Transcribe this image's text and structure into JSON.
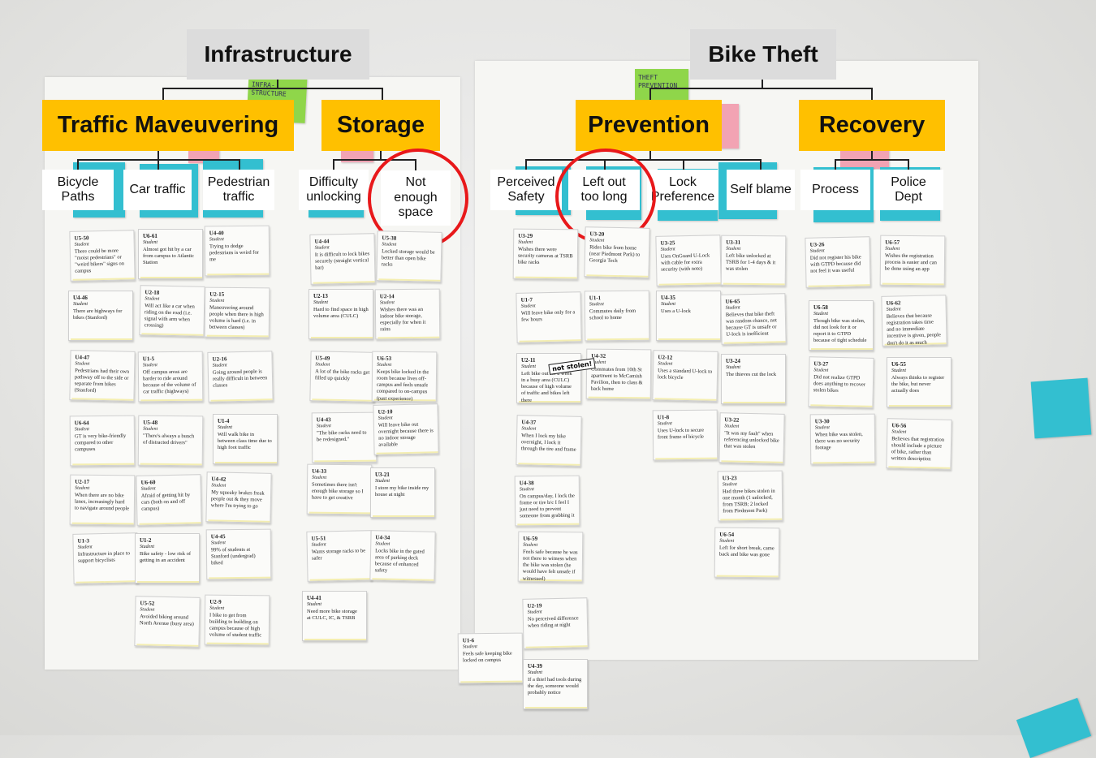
{
  "colors": {
    "category_box": "#dcdcdc",
    "subcategory_box": "#ffc000",
    "leaf_box": "#ffffff",
    "sticky_teal": "#33bfd0",
    "highlight_circle": "#e8181a"
  },
  "categories": [
    {
      "label": "Infrastructure"
    },
    {
      "label": "Bike Theft"
    }
  ],
  "subcategories": [
    {
      "label": "Traffic Maveuvering"
    },
    {
      "label": "Storage"
    },
    {
      "label": "Prevention"
    },
    {
      "label": "Recovery"
    }
  ],
  "leaves": [
    {
      "label": "Bicycle Paths"
    },
    {
      "label": "Car traffic"
    },
    {
      "label": "Pedestrian traffic"
    },
    {
      "label": "Difficulty unlocking"
    },
    {
      "label": "Not enough space"
    },
    {
      "label": "Perceived Safety"
    },
    {
      "label": "Left out too long"
    },
    {
      "label": "Lock Preference"
    },
    {
      "label": "Self blame"
    },
    {
      "label": "Process"
    },
    {
      "label": "Police Dept"
    }
  ],
  "stickies": [
    {
      "text": "INFRA-STRUCTURE"
    },
    {
      "text": "THEFT PREVENTION"
    }
  ],
  "notes": [
    {
      "id": "U5-50",
      "role": "Student",
      "text": "There could be more \"moist pedestrians\" or \"weird bikers\" signs on campus"
    },
    {
      "id": "U4-46",
      "role": "Student",
      "text": "There are highways for bikes (Stanford)"
    },
    {
      "id": "U4-47",
      "role": "Student",
      "text": "Pedestrians had their own pathway off to the side or separate from bikes (Stanford)"
    },
    {
      "id": "U6-64",
      "role": "Student",
      "text": "GT is very bike-friendly compared to other campuses"
    },
    {
      "id": "U2-17",
      "role": "Student",
      "text": "When there are no bike lanes, increasingly hard to navigate around people"
    },
    {
      "id": "U1-3",
      "role": "Student",
      "text": "Infrastructure in place to support bicyclists"
    },
    {
      "id": "U6-61",
      "role": "Student",
      "text": "Almost got hit by a car from campus to Atlantic Station"
    },
    {
      "id": "U2-18",
      "role": "Student",
      "text": "Will act like a car when riding on the road (i.e. signal with arm when crossing)"
    },
    {
      "id": "U1-5",
      "role": "Student",
      "text": "Off campus areas are harder to ride around because of the volume of car traffic (highways)"
    },
    {
      "id": "U5-48",
      "role": "Student",
      "text": "\"There's always a bunch of distracted drivers\""
    },
    {
      "id": "U6-60",
      "role": "Student",
      "text": "Afraid of getting hit by cars (both on and off campus)"
    },
    {
      "id": "U1-2",
      "role": "Student",
      "text": "Bike safety - low risk of getting in an accident"
    },
    {
      "id": "U5-52",
      "role": "Student",
      "text": "Avoided biking around North Avenue (busy area)"
    },
    {
      "id": "U4-40",
      "role": "Student",
      "text": "Trying to dodge pedestrians is weird for me"
    },
    {
      "id": "U2-15",
      "role": "Student",
      "text": "Maneuvering around people when there is high volume is hard (i.e. in between classes)"
    },
    {
      "id": "U2-16",
      "role": "Student",
      "text": "Going around people is really difficult in between classes"
    },
    {
      "id": "U1-4",
      "role": "Student",
      "text": "Will walk bike in between class time due to high foot traffic"
    },
    {
      "id": "U4-42",
      "role": "Student",
      "text": "My squeaky brakes freak people out & they move where I'm trying to go"
    },
    {
      "id": "U4-45",
      "role": "Student",
      "text": "99% of students at Stanford (undergrad) biked"
    },
    {
      "id": "U2-9",
      "role": "Student",
      "text": "I bike to get from building to building on campus because of high volume of student traffic"
    },
    {
      "id": "U4-44",
      "role": "Student",
      "text": "It is difficult to lock bikes securely (straight vertical bar)"
    },
    {
      "id": "U2-13",
      "role": "Student",
      "text": "Hard to find space in high volume area (CULC)"
    },
    {
      "id": "U5-49",
      "role": "Student",
      "text": "A lot of the bike racks get filled up quickly"
    },
    {
      "id": "U4-43",
      "role": "Student",
      "text": "\"The bike racks need to be redesigned.\""
    },
    {
      "id": "U4-33",
      "role": "Student",
      "text": "Sometimes there isn't enough bike storage so I have to get creative"
    },
    {
      "id": "U5-51",
      "role": "Student",
      "text": "Wants storage racks to be safer"
    },
    {
      "id": "U4-41",
      "role": "Student",
      "text": "Need more bike storage at CULC, IC, & TSRB"
    },
    {
      "id": "U5-38",
      "role": "Student",
      "text": "Locked storage would be better than open bike racks"
    },
    {
      "id": "U2-14",
      "role": "Student",
      "text": "Wishes there was an indoor bike storage, especially for when it rains"
    },
    {
      "id": "U6-53",
      "role": "Student",
      "text": "Keeps bike locked in the room because lives off-campus and feels unsafe compared to on-campus (past experience)"
    },
    {
      "id": "U2-10",
      "role": "Student",
      "text": "Will leave bike out overnight because there is no indoor storage available"
    },
    {
      "id": "U3-21",
      "role": "Student",
      "text": "I store my bike inside my house at night"
    },
    {
      "id": "U4-34",
      "role": "Student",
      "text": "Locks bike in the gated area of parking deck because of enhanced safety"
    },
    {
      "id": "U1-6",
      "role": "Student",
      "text": "Feels safe keeping bike locked on campus"
    },
    {
      "id": "U3-29",
      "role": "Student",
      "text": "Wishes there were security cameras at TSRB bike racks"
    },
    {
      "id": "U1-7",
      "role": "Student",
      "text": "Will leave bike only for a few hours"
    },
    {
      "id": "U2-11",
      "role": "Student",
      "text": "Left bike out for a week in a busy area (CULC) because of high volume of traffic and bikes left there"
    },
    {
      "id": "U4-37",
      "role": "Student",
      "text": "When I lock my bike overnight, I lock it through the tire and frame"
    },
    {
      "id": "U4-38",
      "role": "Student",
      "text": "On campus/day, I lock the frame or tire b/c I feel I just need to prevent someone from grabbing it"
    },
    {
      "id": "U6-59",
      "role": "Student",
      "text": "Feels safe because he was not there to witness when the bike was stolen (he would have felt unsafe if witnessed)"
    },
    {
      "id": "U2-19",
      "role": "Student",
      "text": "No perceived difference when riding at night"
    },
    {
      "id": "U4-39",
      "role": "Student",
      "text": "If a thief had tools during the day, someone would probably notice"
    },
    {
      "id": "U3-20",
      "role": "Student",
      "text": "Rides bike from home (near Piedmont Park) to Georgia Tech"
    },
    {
      "id": "U1-1",
      "role": "Student",
      "text": "Commutes daily from school to home"
    },
    {
      "id": "U4-32",
      "role": "Student",
      "text": "Commutes from 10th St apartment to McCamish Pavilion, then to class & back home"
    },
    {
      "id": "U3-25",
      "role": "Student",
      "text": "Uses OnGuard U-Lock with cable for extra security (with note)"
    },
    {
      "id": "U4-35",
      "role": "Student",
      "text": "Uses a U-lock"
    },
    {
      "id": "U2-12",
      "role": "Student",
      "text": "Uses a standard U-lock to lock bicycle"
    },
    {
      "id": "U1-8",
      "role": "Student",
      "text": "Uses U-lock to secure front frame of bicycle"
    },
    {
      "id": "U3-31",
      "role": "Student",
      "text": "Left bike unlocked at TSRB for 1-4 days & it was stolen"
    },
    {
      "id": "U6-65",
      "role": "Student",
      "text": "Believes that bike theft was random chance, not because GT is unsafe or U-lock is inefficient"
    },
    {
      "id": "U3-24",
      "role": "Student",
      "text": "The thieves cut the lock"
    },
    {
      "id": "U3-22",
      "role": "Student",
      "text": "\"It was my fault\" when referencing unlocked bike that was stolen"
    },
    {
      "id": "U3-23",
      "role": "Student",
      "text": "Had three bikes stolen in one month (1 unlocked, from TSRB; 2 locked from Piedmont Park)"
    },
    {
      "id": "U6-54",
      "role": "Student",
      "text": "Left for short break, came back and bike was gone"
    },
    {
      "id": "U3-26",
      "role": "Student",
      "text": "Did not register his bike with GTPD because did not feel it was useful"
    },
    {
      "id": "U6-58",
      "role": "Student",
      "text": "Though bike was stolen, did not look for it or report it to GTPD because of tight schedule"
    },
    {
      "id": "U3-27",
      "role": "Student",
      "text": "Did not realize GTPD does anything to recover stolen bikes"
    },
    {
      "id": "U3-30",
      "role": "Student",
      "text": "When bike was stolen, there was no security footage"
    },
    {
      "id": "U6-57",
      "role": "Student",
      "text": "Wishes the registration process is easier and can be done using an app"
    },
    {
      "id": "U6-62",
      "role": "Student",
      "text": "Believes that because registration takes time and no immediate incentive is given, people don't do it as much"
    },
    {
      "id": "U6-55",
      "role": "Student",
      "text": "Always thinks to register the bike, but never actually does"
    },
    {
      "id": "U6-56",
      "role": "Student",
      "text": "Believes that registration should include a picture of bike, rather than written description"
    }
  ],
  "doodle": {
    "text": "not stolen!"
  }
}
